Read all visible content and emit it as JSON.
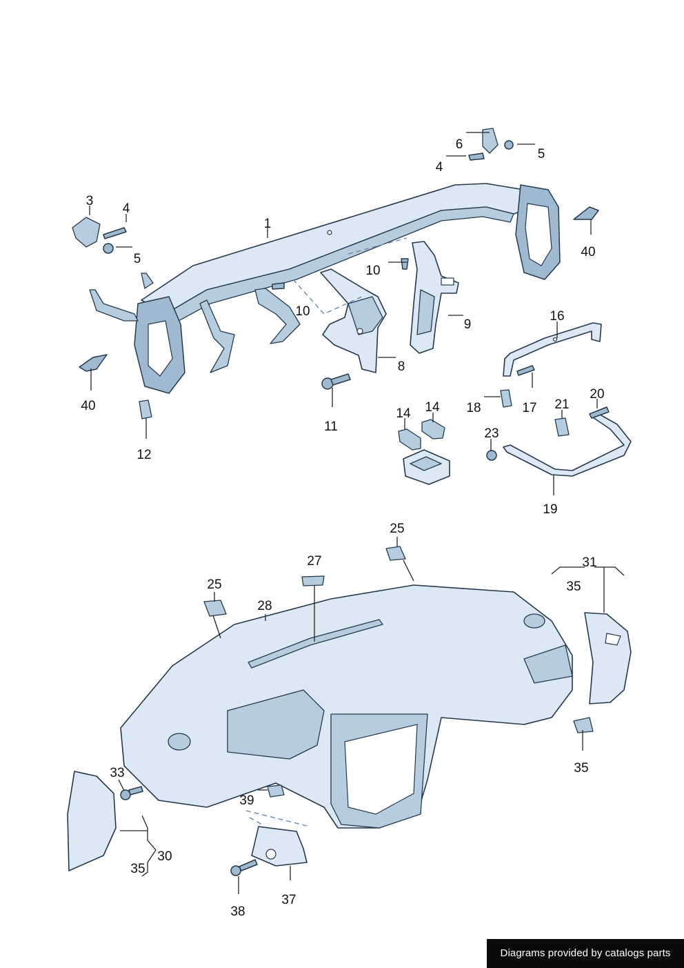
{
  "footer": {
    "credit": "Diagrams provided by catalogs parts"
  },
  "callouts": [
    {
      "id": "c1",
      "label": "1"
    },
    {
      "id": "c3",
      "label": "3"
    },
    {
      "id": "c4a",
      "label": "4"
    },
    {
      "id": "c5a",
      "label": "5"
    },
    {
      "id": "c6",
      "label": "6"
    },
    {
      "id": "c4b",
      "label": "4"
    },
    {
      "id": "c5b",
      "label": "5"
    },
    {
      "id": "c40a",
      "label": "40"
    },
    {
      "id": "c10a",
      "label": "10"
    },
    {
      "id": "c10b",
      "label": "10"
    },
    {
      "id": "c9",
      "label": "9"
    },
    {
      "id": "c8",
      "label": "8"
    },
    {
      "id": "c11",
      "label": "11"
    },
    {
      "id": "c40b",
      "label": "40"
    },
    {
      "id": "c12",
      "label": "12"
    },
    {
      "id": "c16",
      "label": "16"
    },
    {
      "id": "c17",
      "label": "17"
    },
    {
      "id": "c18",
      "label": "18"
    },
    {
      "id": "c14a",
      "label": "14"
    },
    {
      "id": "c14b",
      "label": "14"
    },
    {
      "id": "c21",
      "label": "21"
    },
    {
      "id": "c20",
      "label": "20"
    },
    {
      "id": "c23",
      "label": "23"
    },
    {
      "id": "c19",
      "label": "19"
    },
    {
      "id": "c25a",
      "label": "25"
    },
    {
      "id": "c27",
      "label": "27"
    },
    {
      "id": "c25b",
      "label": "25"
    },
    {
      "id": "c28",
      "label": "28"
    },
    {
      "id": "c31",
      "label": "31"
    },
    {
      "id": "c35a",
      "label": "35"
    },
    {
      "id": "c35b",
      "label": "35"
    },
    {
      "id": "c33",
      "label": "33"
    },
    {
      "id": "c39",
      "label": "39"
    },
    {
      "id": "c30",
      "label": "30"
    },
    {
      "id": "c35c",
      "label": "35"
    },
    {
      "id": "c37",
      "label": "37"
    },
    {
      "id": "c38",
      "label": "38"
    }
  ]
}
